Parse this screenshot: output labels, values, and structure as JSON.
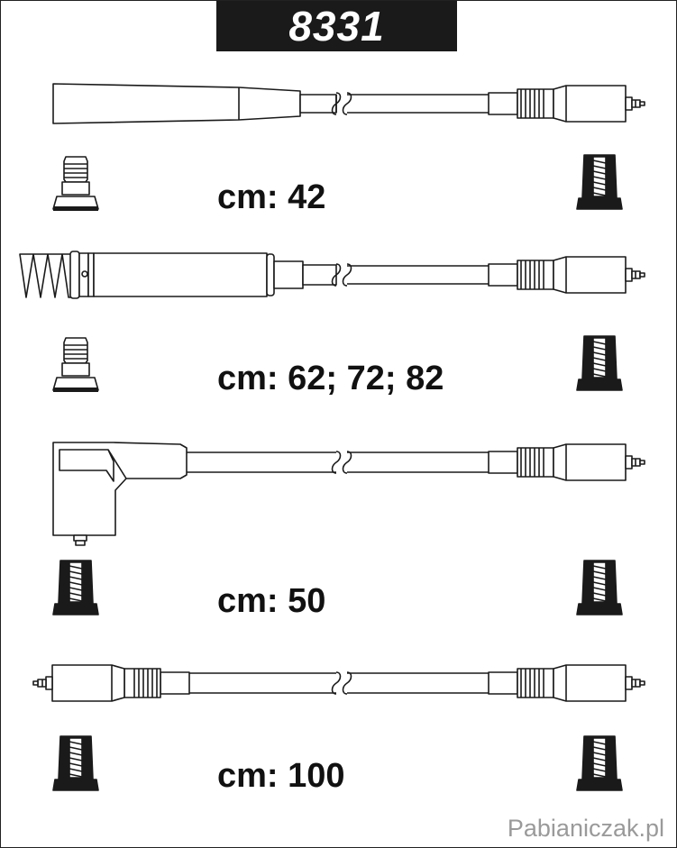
{
  "header": {
    "part_number": "8331"
  },
  "cables": [
    {
      "length_label": "cm: 42"
    },
    {
      "length_label": "cm: 62; 72; 82"
    },
    {
      "length_label": "cm: 50"
    },
    {
      "length_label": "cm: 100"
    }
  ],
  "footer": {
    "watermark": "Pabianiczak.pl"
  },
  "colors": {
    "ink": "#1a1a1a",
    "fill": "#ffffff",
    "watermark": "#9a9a9a"
  }
}
